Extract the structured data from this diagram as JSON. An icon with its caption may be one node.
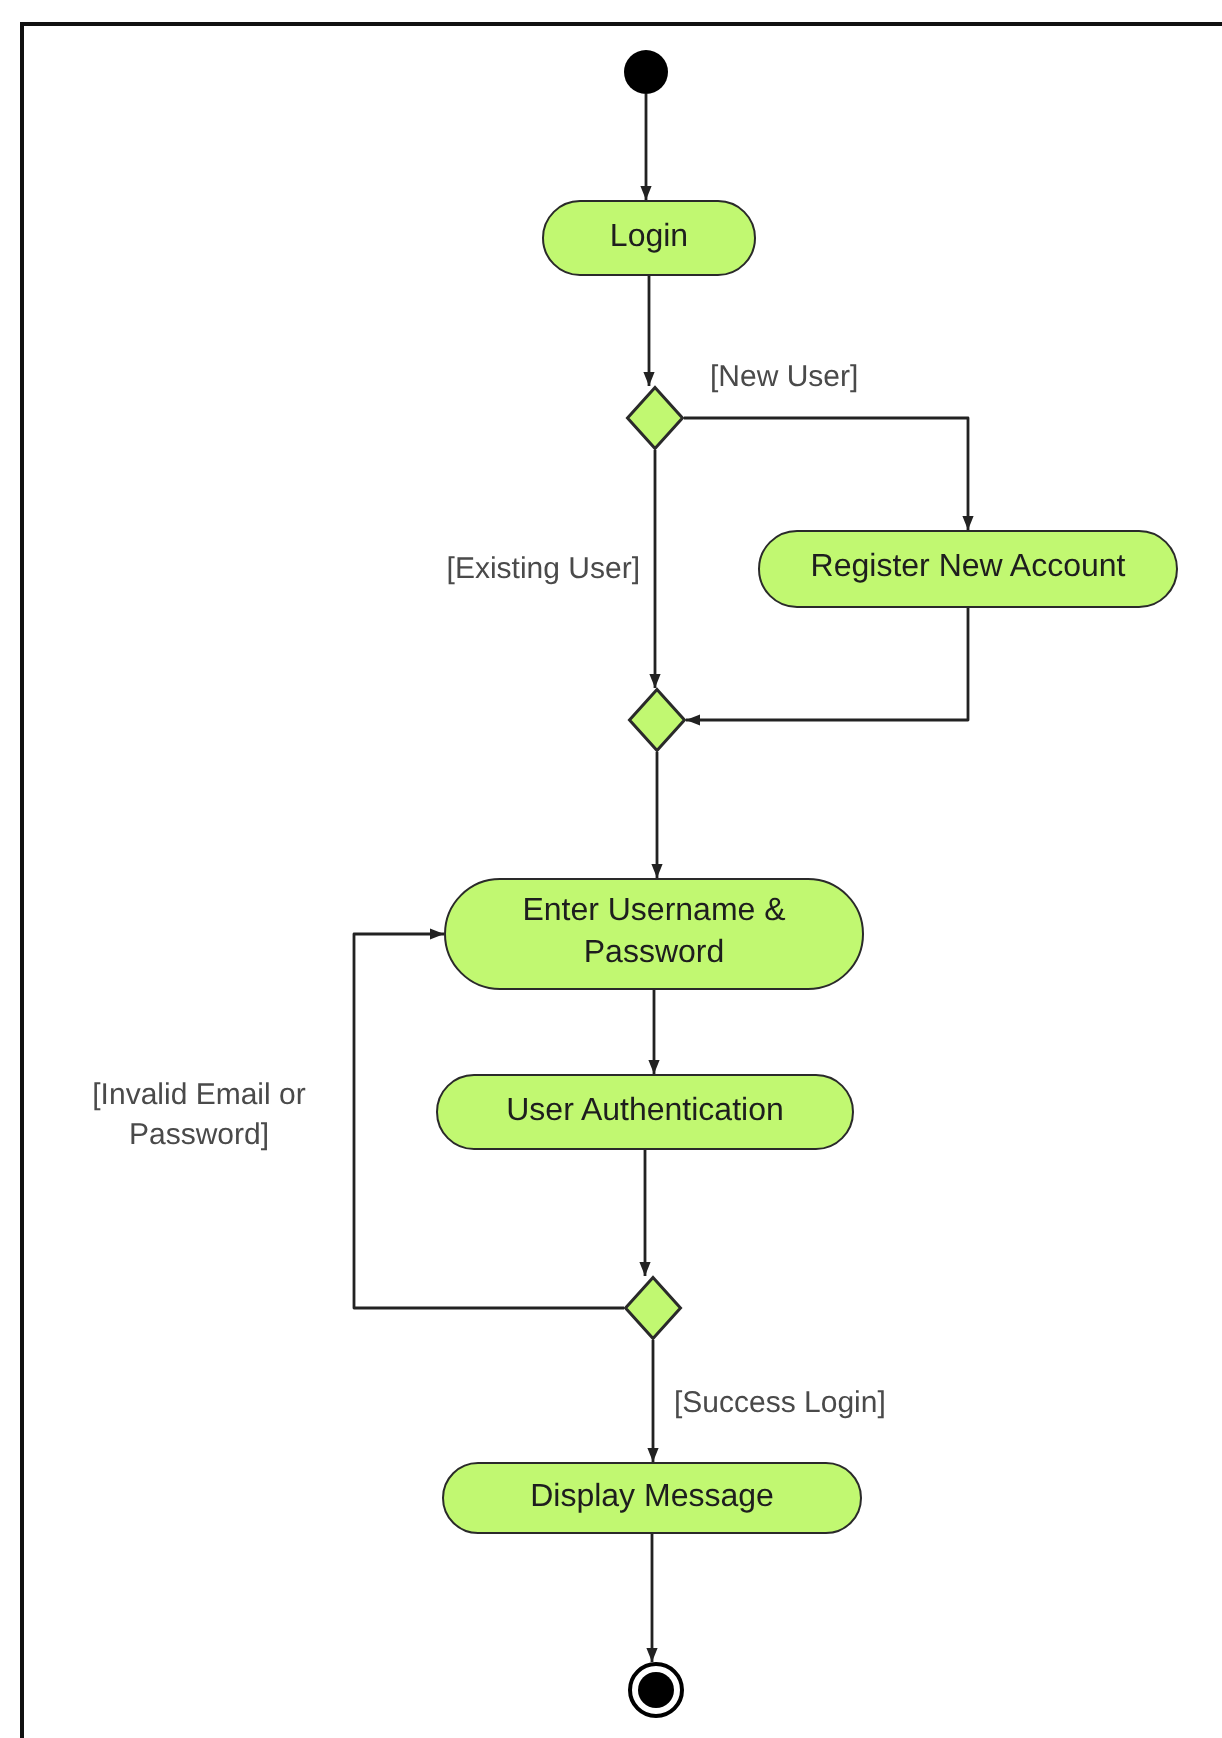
{
  "diagram": {
    "nodes": [
      {
        "text": [],
        "shape": "dot"
      },
      {
        "text": [
          "Login"
        ]
      },
      {
        "text": [],
        "shape": "diamond"
      },
      {
        "text": [
          "Register New Account"
        ]
      },
      {
        "text": [],
        "shape": "diamond"
      },
      {
        "text": [
          "Enter Username & Password"
        ]
      },
      {
        "text": [
          "User Authentication"
        ]
      },
      {
        "text": [],
        "shape": "diamond"
      },
      {
        "text": [
          "Display Message"
        ]
      },
      {
        "text": [],
        "shape": "bullseye"
      }
    ],
    "edges": [
      {
        "from": 0,
        "to": 1,
        "arrow": "to"
      },
      {
        "from": 1,
        "to": 2,
        "arrow": "to"
      },
      {
        "from": 2,
        "to": 3,
        "arrow": "to",
        "label": "[New User]"
      },
      {
        "from": 2,
        "to": 4,
        "arrow": "to",
        "label": "[Existing User]"
      },
      {
        "from": 3,
        "to": 4,
        "arrow": "to"
      },
      {
        "from": 4,
        "to": 5,
        "arrow": "to"
      },
      {
        "from": 5,
        "to": 6,
        "arrow": "to"
      },
      {
        "from": 6,
        "to": 7,
        "arrow": "to"
      },
      {
        "from": 7,
        "to": 5,
        "arrow": "to",
        "label": "[Invalid Email or Password]"
      },
      {
        "from": 7,
        "to": 8,
        "arrow": "to",
        "label": "[Success Login]"
      },
      {
        "from": 8,
        "to": 9,
        "arrow": "to"
      }
    ]
  }
}
